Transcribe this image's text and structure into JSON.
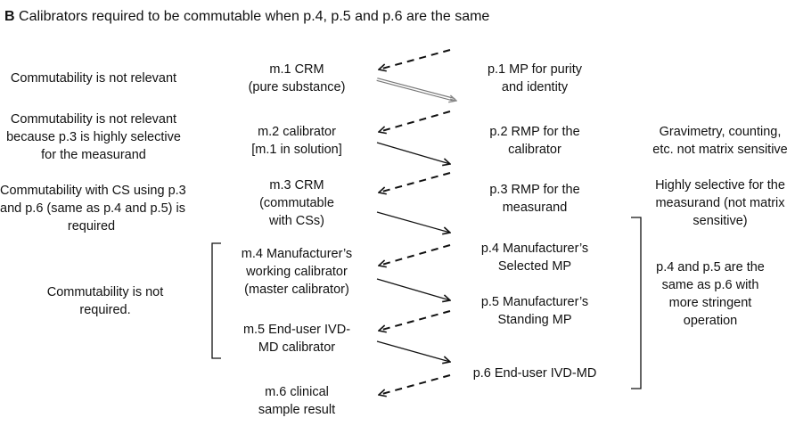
{
  "title": {
    "label": "B",
    "text": "Calibrators required to be commutable when p.4, p.5 and p.6 are the same"
  },
  "notes": [
    [
      "Commutability is not relevant"
    ],
    [
      "Commutability is not relevant",
      "because p.3 is highly selective",
      "for the measurand"
    ],
    [
      "Commutability with CS using p.3",
      "and p.6 (same as p.4 and p.5) is",
      "required"
    ],
    [
      "Commutability is not",
      "required."
    ]
  ],
  "materials": [
    [
      "m.1 CRM",
      "(pure substance)"
    ],
    [
      "m.2 calibrator",
      "[m.1 in solution]"
    ],
    [
      "m.3 CRM",
      "(commutable",
      "with CSs)"
    ],
    [
      "m.4 Manufacturer’s",
      "working calibrator",
      "(master calibrator)"
    ],
    [
      "m.5 End-user IVD-",
      "MD calibrator"
    ],
    [
      "m.6 clinical",
      "sample result"
    ]
  ],
  "procedures": [
    [
      "p.1 MP for purity",
      "and  identity"
    ],
    [
      "p.2 RMP for the",
      "calibrator"
    ],
    [
      "p.3 RMP for the",
      "measurand"
    ],
    [
      "p.4 Manufacturer’s",
      "Selected MP"
    ],
    [
      "p.5 Manufacturer’s",
      "Standing MP"
    ],
    [
      "p.6 End-user IVD-MD"
    ]
  ],
  "properties": [
    [
      "Gravimetry, counting,",
      "etc. not matrix sensitive"
    ],
    [
      "Highly selective for the",
      "measurand (not matrix",
      "sensitive)"
    ],
    [
      "p.4 and p.5 are the",
      "same as p.6 with",
      "more stringent",
      "operation"
    ]
  ]
}
